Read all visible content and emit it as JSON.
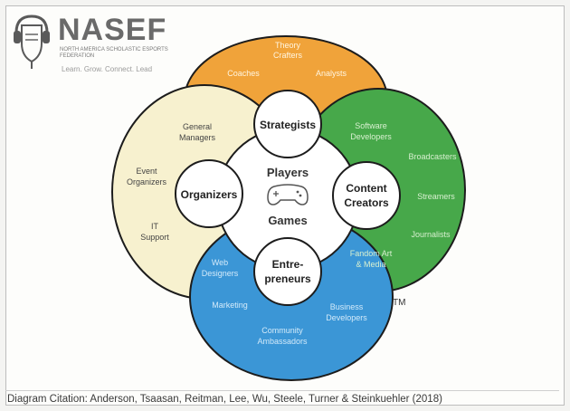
{
  "logo": {
    "name": "NASEF",
    "subtitle": "NORTH AMERICA SCHOLASTIC ESPORTS FEDERATION",
    "tagline": "Learn. Grow. Connect. Lead"
  },
  "diagram": {
    "center": {
      "line1": "Players",
      "line2": "Games",
      "icon": "gamepad-icon"
    },
    "hubs": {
      "top": "Strategists",
      "left": "Organizers",
      "right_line1": "Content",
      "right_line2": "Creators",
      "bottom_line1": "Entre-",
      "bottom_line2": "preneurs"
    },
    "orange": {
      "color": "#f0a33a",
      "theory_line1": "Theory",
      "theory_line2": "Crafters",
      "coaches": "Coaches",
      "analysts": "Analysts"
    },
    "cream": {
      "color": "#f7f1cf",
      "gm_line1": "General",
      "gm_line2": "Managers",
      "event_line1": "Event",
      "event_line2": "Organizers",
      "it_line1": "IT",
      "it_line2": "Support"
    },
    "green": {
      "color": "#47a84a",
      "sw_line1": "Software",
      "sw_line2": "Developers",
      "broadcasters": "Broadcasters",
      "streamers": "Streamers",
      "journalists": "Journalists",
      "fandom_line1": "Fandom Art",
      "fandom_line2": "& Media"
    },
    "blue": {
      "color": "#3b96d6",
      "web_line1": "Web",
      "web_line2": "Designers",
      "marketing": "Marketing",
      "business_line1": "Business",
      "business_line2": "Developers",
      "community_line1": "Community",
      "community_line2": "Ambassadors"
    },
    "trademark": "TM"
  },
  "citation": "Diagram Citation: Anderson, Tsaasan, Reitman, Lee, Wu, Steele, Turner & Steinkuehler (2018)"
}
